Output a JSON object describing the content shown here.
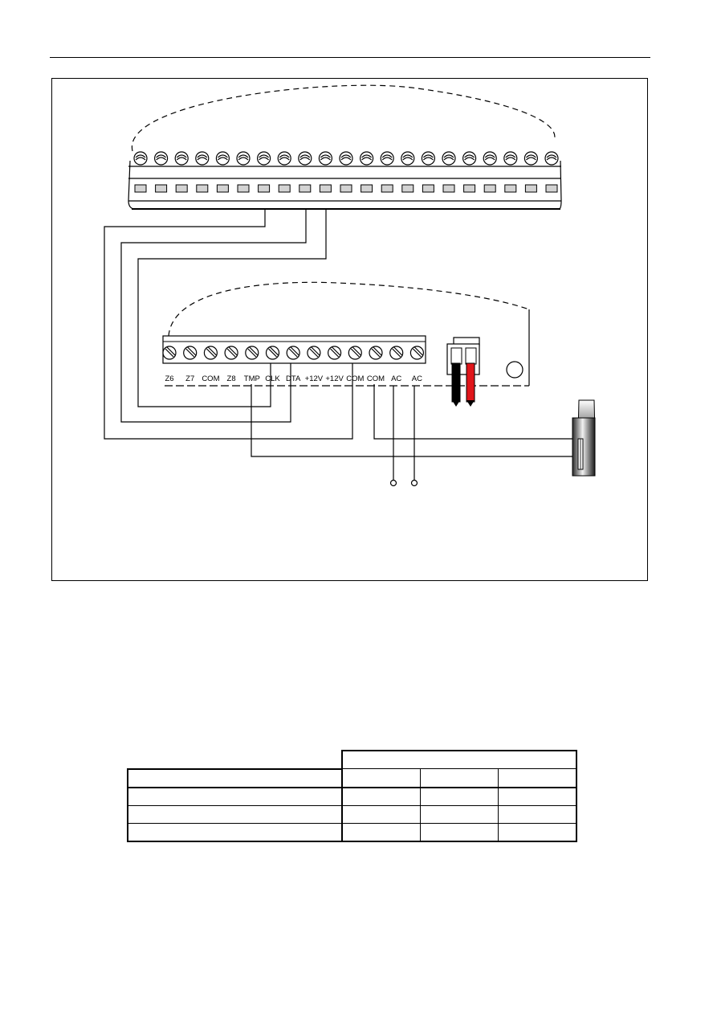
{
  "diagram": {
    "terminal_labels": [
      "Z6",
      "Z7",
      "COM",
      "Z8",
      "TMP",
      "CLK",
      "DTA",
      "+12V",
      "+12V",
      "COM",
      "COM",
      "AC",
      "AC"
    ]
  },
  "spec_table": {
    "header_group": "",
    "column_headers": [
      "",
      "",
      "",
      ""
    ],
    "rows": [
      [
        "",
        "",
        "",
        ""
      ],
      [
        "",
        "",
        "",
        ""
      ],
      [
        "",
        "",
        "",
        ""
      ]
    ]
  },
  "colors": {
    "line": "#000000",
    "wire_red": "#e0161b",
    "wire_black": "#000000",
    "terminal_fill": "#d3d3d3"
  }
}
